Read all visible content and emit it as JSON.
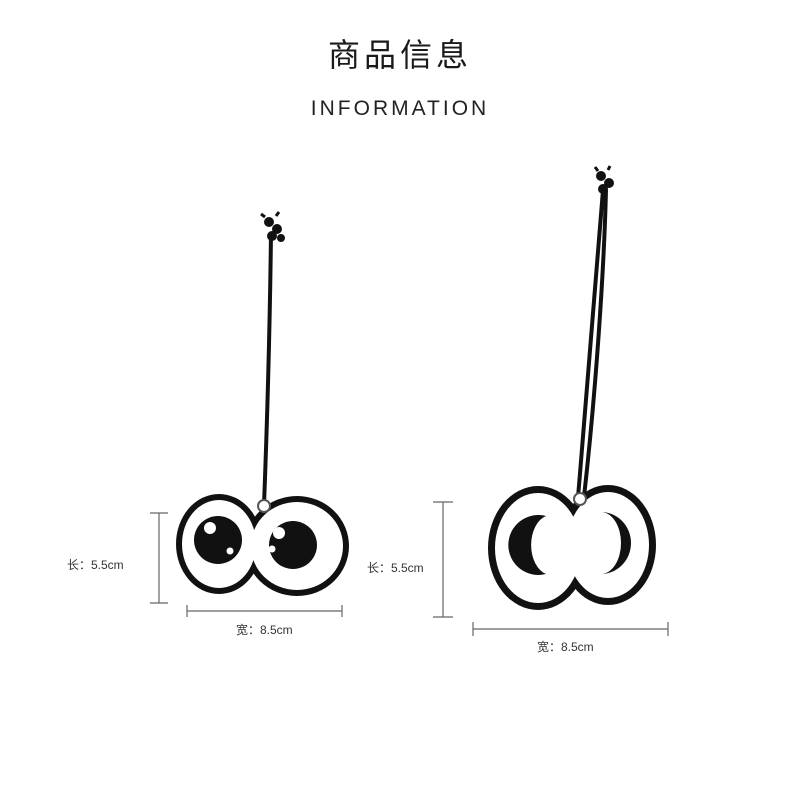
{
  "header": {
    "title": "商品信息",
    "subtitle": "INFORMATION"
  },
  "products": [
    {
      "length_label": "长：5.5cm",
      "width_label": "宽：8.5cm"
    },
    {
      "length_label": "长：5.5cm",
      "width_label": "宽：8.5cm"
    }
  ],
  "colors": {
    "outline": "#111111",
    "fill": "#ffffff",
    "dimension_line": "#666666"
  }
}
